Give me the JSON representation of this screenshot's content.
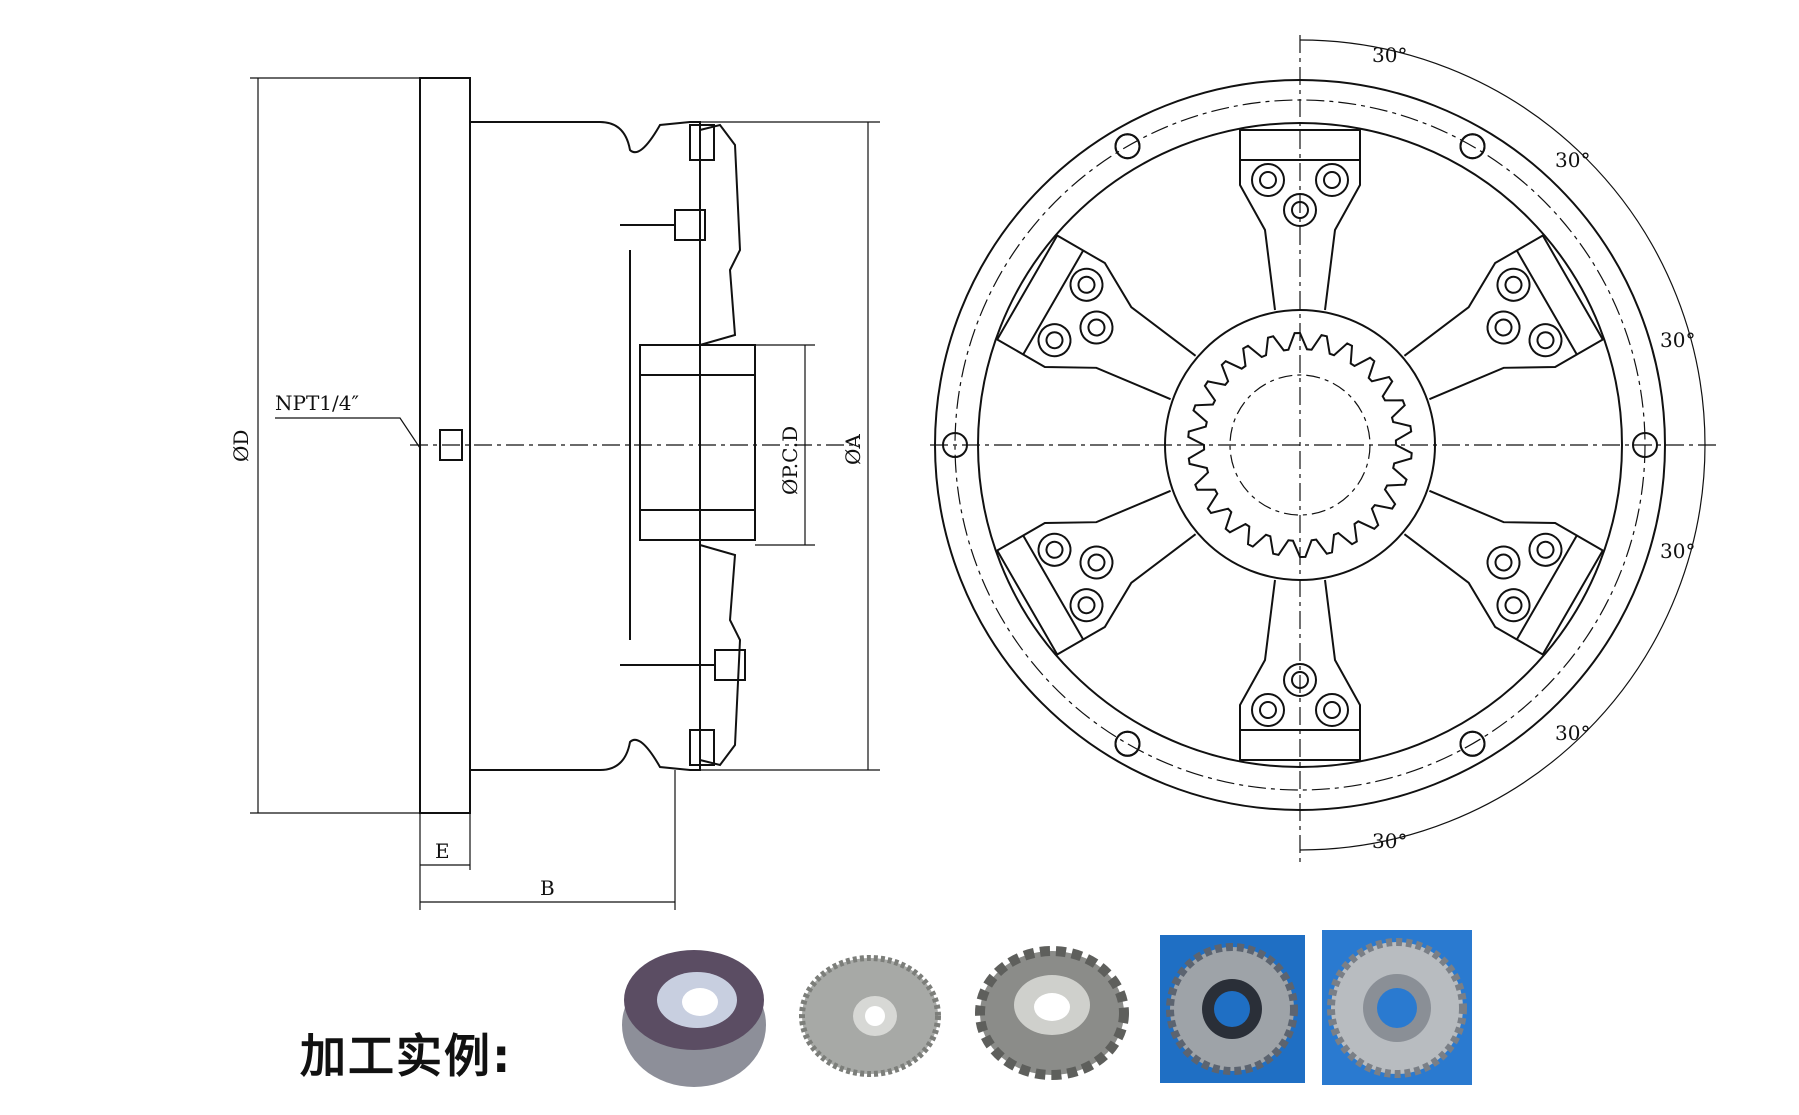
{
  "side_view": {
    "label_od": "ØD",
    "label_oa": "ØA",
    "label_pcd": "ØP.C.D",
    "label_e": "E",
    "label_b": "B",
    "label_npt": "NPT1/4″"
  },
  "front_view": {
    "angle_labels": [
      "30°",
      "30°",
      "30°",
      "30°",
      "30°",
      "30°"
    ]
  },
  "examples": {
    "caption": "加工实例:",
    "photos": [
      {
        "icon": "gear-photo-1",
        "bg": "#ffffff"
      },
      {
        "icon": "gear-photo-2",
        "bg": "#ffffff"
      },
      {
        "icon": "gear-photo-3",
        "bg": "#ffffff"
      },
      {
        "icon": "gear-photo-4",
        "bg": "#1f6fc4"
      },
      {
        "icon": "gear-photo-5",
        "bg": "#2a7ad0"
      }
    ]
  },
  "colors": {
    "line": "#111111",
    "photo_blue": "#1f6fc4"
  }
}
